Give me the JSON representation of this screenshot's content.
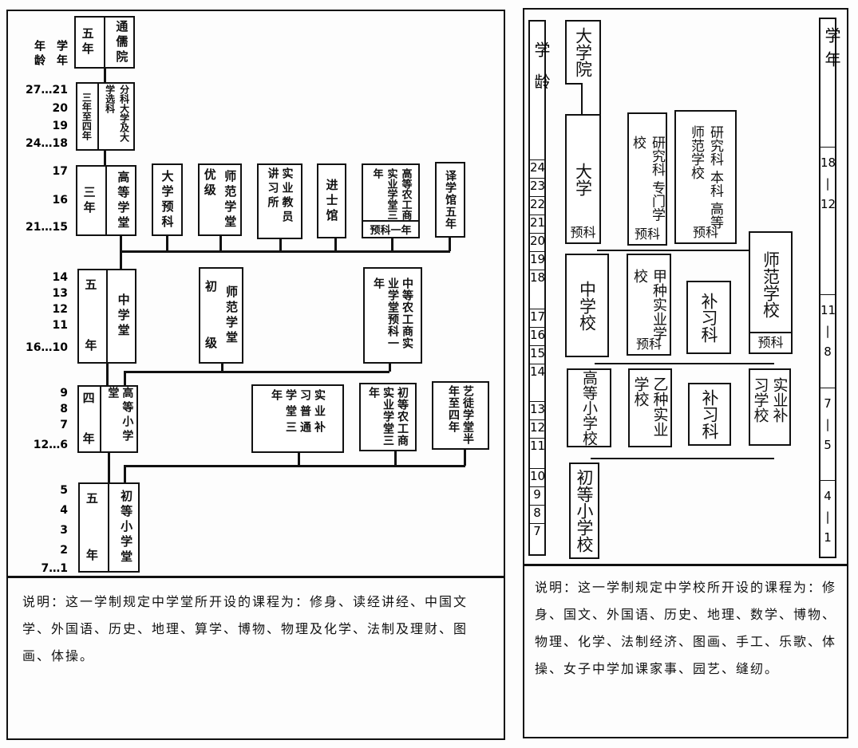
{
  "left": {
    "header": [
      "学年",
      "年龄"
    ],
    "ages": [
      "27…21",
      "20",
      "19",
      "24…18",
      "17",
      "16",
      "21…15",
      "14",
      "13",
      "12",
      "11",
      "16…10",
      "9",
      "8",
      "7",
      "12…6",
      "5",
      "4",
      "3",
      "2",
      "7…1"
    ],
    "boxes": {
      "tongruyuan": [
        "五年",
        "通儒院"
      ],
      "daxue": [
        "三年至四年",
        "分科大学及大学选科"
      ],
      "gaodeng": [
        "三年",
        "高等学堂"
      ],
      "yuke": "大学预科",
      "youji": [
        "优级",
        "师范学堂"
      ],
      "jiaoyuan": "实业教员讲习所",
      "jinshi": "进士馆",
      "gaodengnong": [
        "高等农工商实业学堂三年",
        "预科一年"
      ],
      "yixue": "译学馆五年",
      "zhongxue": [
        "五年",
        "中学堂"
      ],
      "chuji": [
        "初级",
        "师范学堂"
      ],
      "zhongdengnong": "中等农工商实业学堂预科一年",
      "gaoxiao": [
        "四年",
        "高等小学堂"
      ],
      "buxi": "实业补习普通学堂三年",
      "chudengnong": "初等农工商实业学堂三年",
      "yitu": "艺徒学堂半年至四年",
      "chuxiao": [
        "五年",
        "初等小学堂"
      ]
    },
    "note": "说明：这一学制规定中学堂所开设的课程为：修身、读经讲经、中国文学、外国语、历史、地理、算学、博物、物理及化学、法制及理财、图画、体操。"
  },
  "right": {
    "age_label": "学龄",
    "ages": [
      "24",
      "23",
      "22",
      "21",
      "20",
      "19",
      "18",
      "17",
      "16",
      "15",
      "14",
      "13",
      "12",
      "11",
      "10",
      "9",
      "8",
      "7"
    ],
    "year_label": "学年",
    "years": [
      "18-12",
      "11-8",
      "7-5",
      "4-1"
    ],
    "boxes": {
      "daxueyuan": "大学院",
      "daxue": "大学",
      "daxue_yuke": "预科",
      "zhuanmen": "研究科 专门学校",
      "zhuanmen_yuke": "预科",
      "gaoshi": "研究科 本科 高等师范学校",
      "gaoshi_yuke": "预科",
      "zhongxue": "中学校",
      "jiazhong": "甲种实业学校",
      "jiazhong_yuke": "预科",
      "buxi1": "补习科",
      "shifan": "师范学校",
      "shifan_yuke": "预科",
      "gaoxiao": "高等小学校",
      "yizhong": "乙种实业学校",
      "buxi2": "补习科",
      "shiyebuxi": "实业补习学校",
      "chuxiao": "初等小学校"
    },
    "note": "说明：这一学制规定中学校所开设的课程为：修身、国文、外国语、历史、地理、数学、博物、物理、化学、法制经济、图画、手工、乐歌、体操、女子中学加课家事、园艺、缝纫。"
  }
}
